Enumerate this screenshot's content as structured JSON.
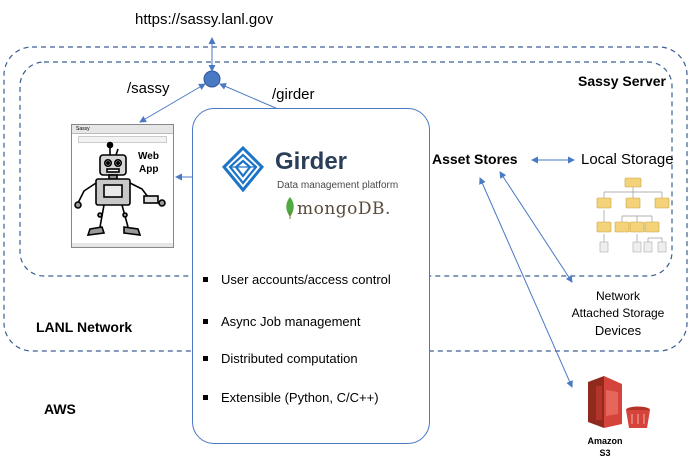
{
  "url_label": "https://sassy.lanl.gov",
  "route_sassy": "/sassy",
  "route_girder": "/girder",
  "sassy_server_label": "Sassy Server",
  "lanl_network_label": "LANL Network",
  "aws_label": "AWS",
  "webapp": {
    "browser_title": "Sassy",
    "label_line1": "Web",
    "label_line2": "App"
  },
  "girder": {
    "name": "Girder",
    "tagline": "Data management platform",
    "mongo_label": "mongoDB."
  },
  "features": [
    "User accounts/access control",
    "Async Job management",
    "Distributed computation",
    "Extensible (Python, C/C++)"
  ],
  "asset_stores_label": "Asset Stores",
  "local_storage_label": "Local Storage",
  "nas": {
    "line1": "Network",
    "line2": "Attached Storage",
    "line3": "Devices"
  },
  "amazon": {
    "line1": "Amazon",
    "line2": "S3"
  },
  "colors": {
    "accent": "#4a79c4",
    "dashed": "#3a5f93",
    "amazon_red": "#d5443a",
    "mongo_green": "#4faa41",
    "girder_blue": "#1b74c7"
  },
  "icons": [
    "robot-icon",
    "girder-logo-icon",
    "mongodb-leaf-icon",
    "folder-tree-icon",
    "amazon-s3-icon"
  ]
}
